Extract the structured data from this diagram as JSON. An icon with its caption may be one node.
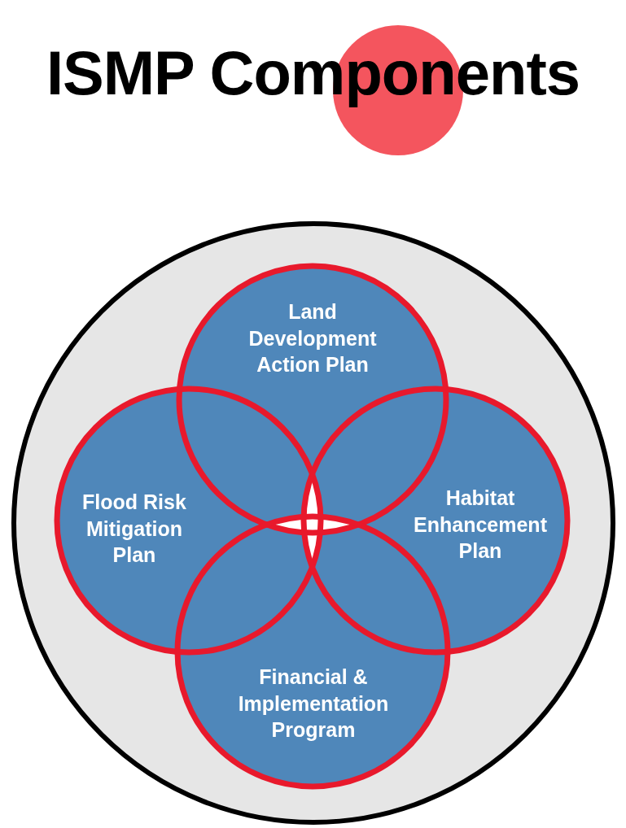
{
  "diagram": {
    "title": "ISMP Components",
    "nodes": [
      {
        "text": [],
        "shape": "circle"
      },
      {
        "text": [
          "Land Development Action Plan"
        ],
        "in": 0
      },
      {
        "text": [
          "Flood Risk Mitigation Plan"
        ],
        "in": 0
      },
      {
        "text": [
          "Habitat Enhancement Plan"
        ],
        "in": 0
      },
      {
        "text": [
          "Financial & Implementation Program"
        ],
        "in": 0
      }
    ],
    "edges": []
  }
}
